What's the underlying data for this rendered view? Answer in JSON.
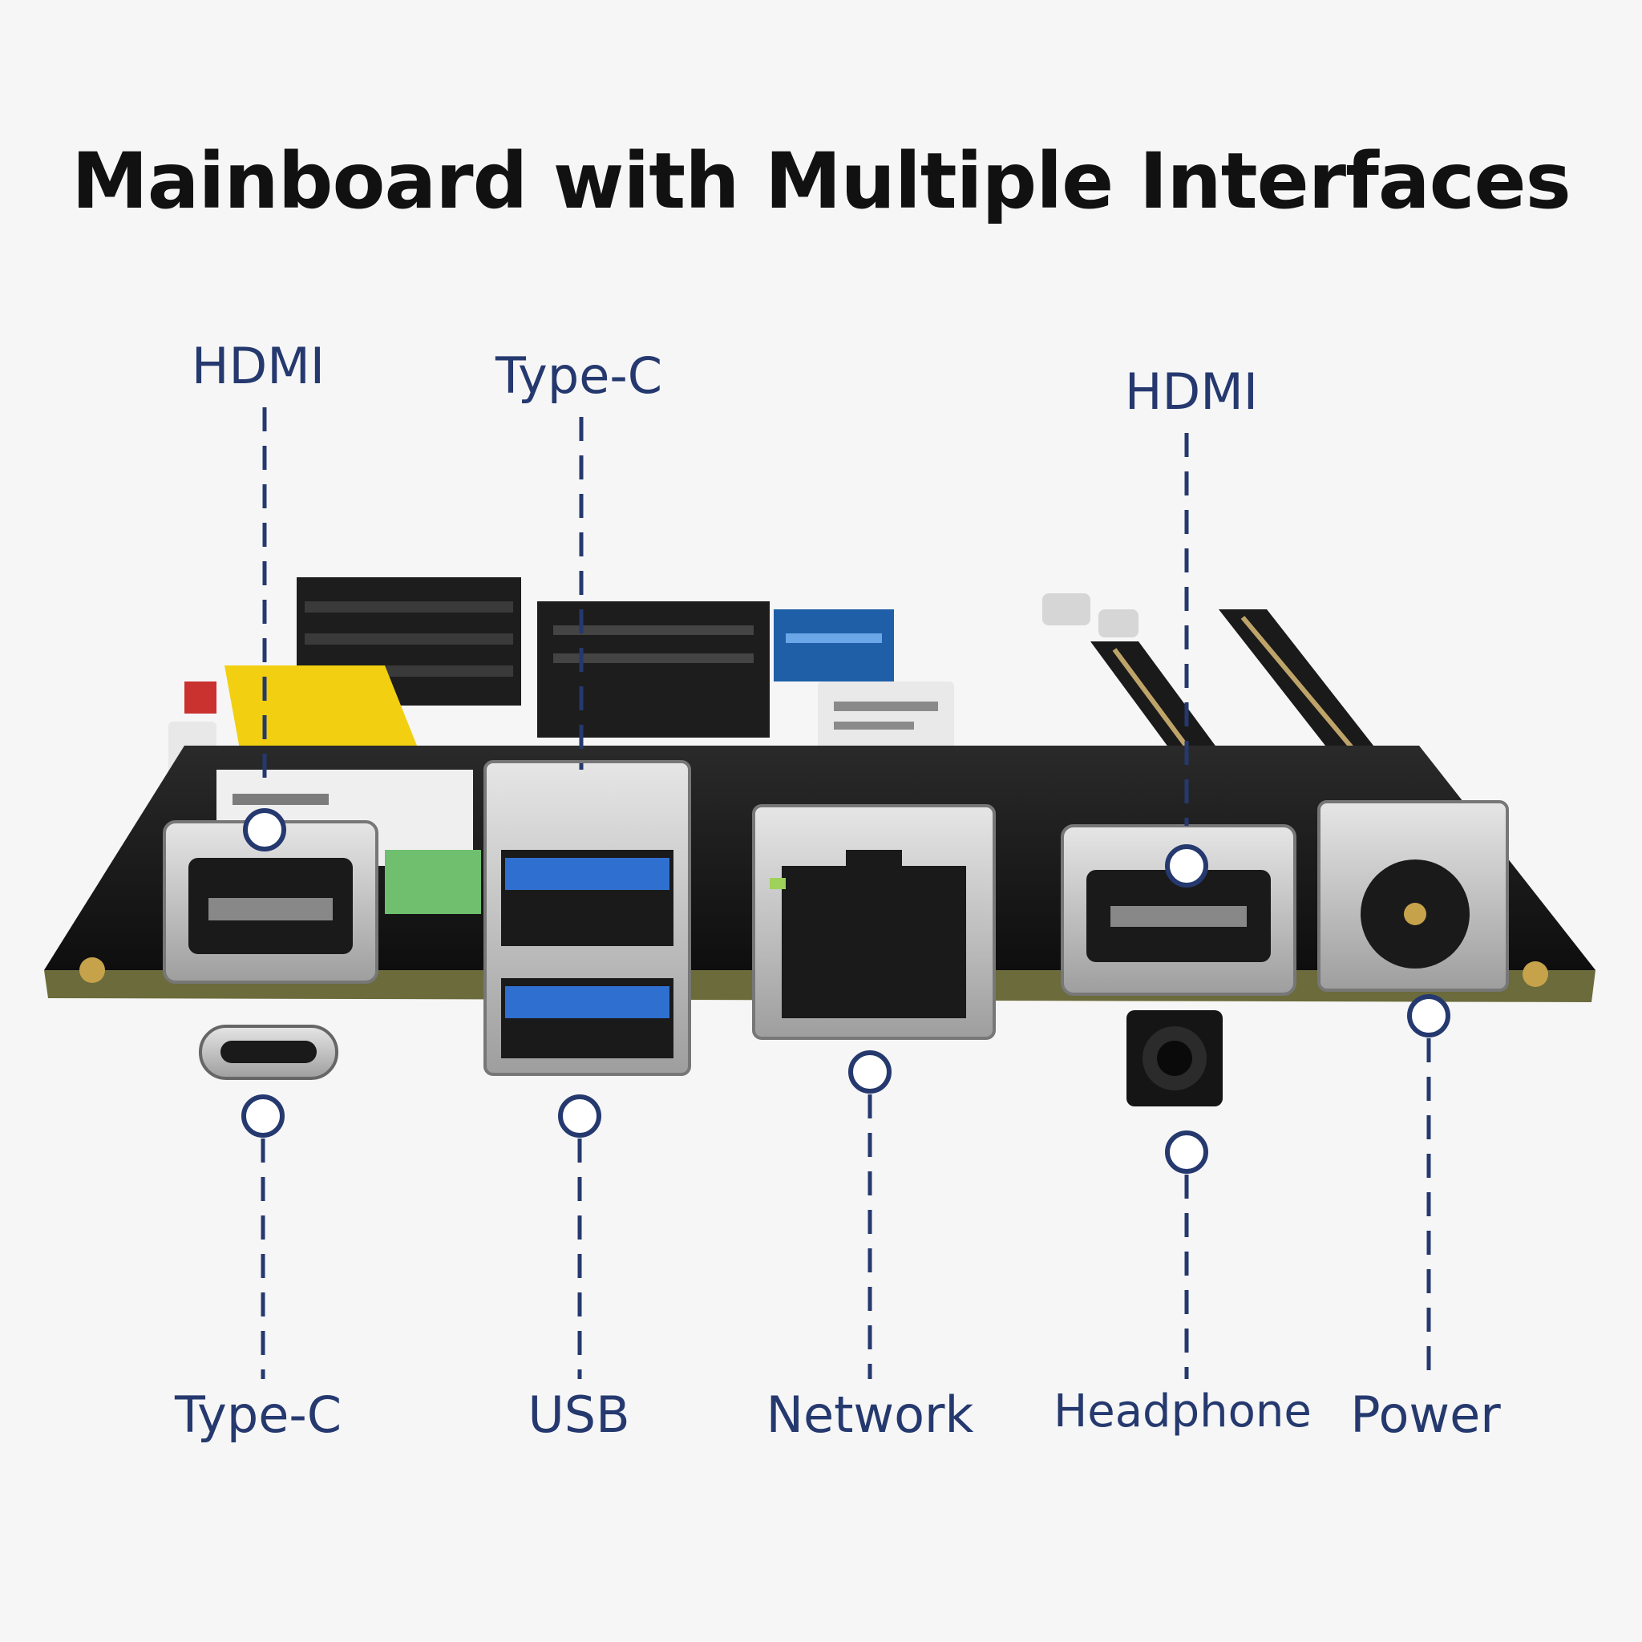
{
  "title": "Mainboard with Multiple Interfaces",
  "colors": {
    "accent": "#25396f",
    "board": "#141414",
    "metal": "#c9c9c9",
    "usb_blue": "#2f6fd0",
    "heatsink_yellow": "#f2cf10",
    "background": "#f6f6f6"
  },
  "callouts": {
    "top": [
      {
        "label": "HDMI"
      },
      {
        "label": "Type-C"
      },
      {
        "label": "HDMI"
      }
    ],
    "bottom": [
      {
        "label": "Type-C"
      },
      {
        "label": "USB"
      },
      {
        "label": "Network"
      },
      {
        "label": "Headphone"
      },
      {
        "label": "Power"
      }
    ]
  }
}
